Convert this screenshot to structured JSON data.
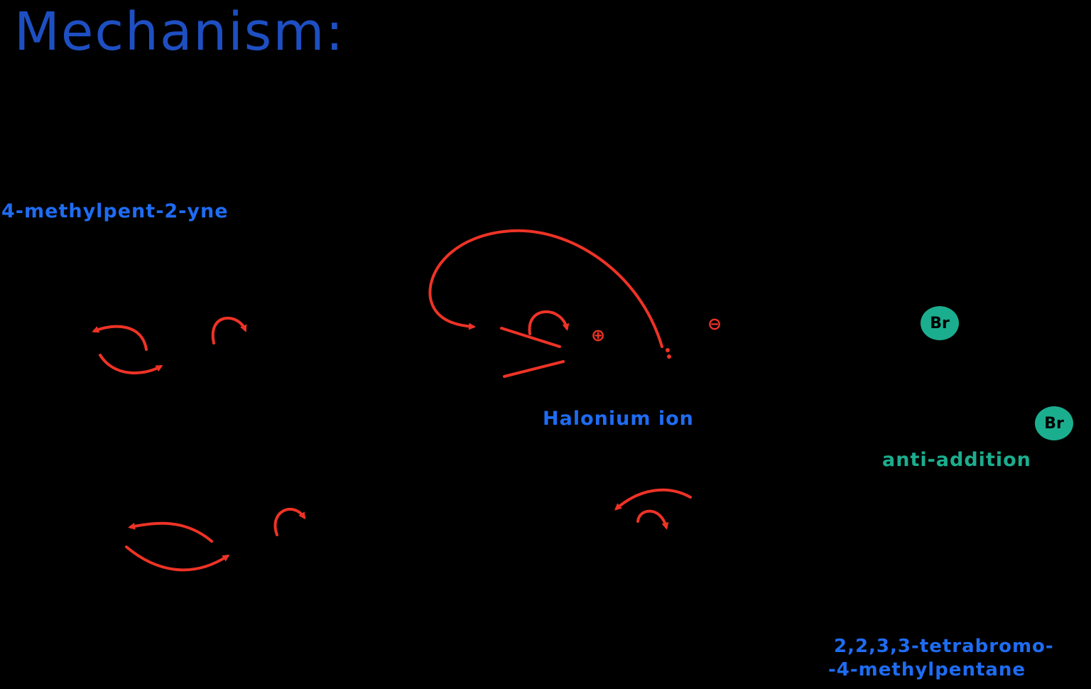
{
  "title": "Mechanism:",
  "labels": {
    "reactant": "4-methylpent-2-yne",
    "intermediate": "Halonium ion",
    "stereo_note": "anti-addition",
    "product_line1": "2,2,3,3-tetrabromo-",
    "product_line2": "-4-methylpentane"
  },
  "atoms": {
    "br_top": "Br",
    "br_bottom": "Br"
  },
  "charges": {
    "positive": "⊕",
    "negative": "⊖",
    "lone_pair": ":"
  },
  "colors": {
    "background": "#000000",
    "title_blue": "#1e4fc2",
    "label_blue": "#1f6cf2",
    "arrow_red": "#ee3326",
    "teal": "#1bae8e"
  }
}
